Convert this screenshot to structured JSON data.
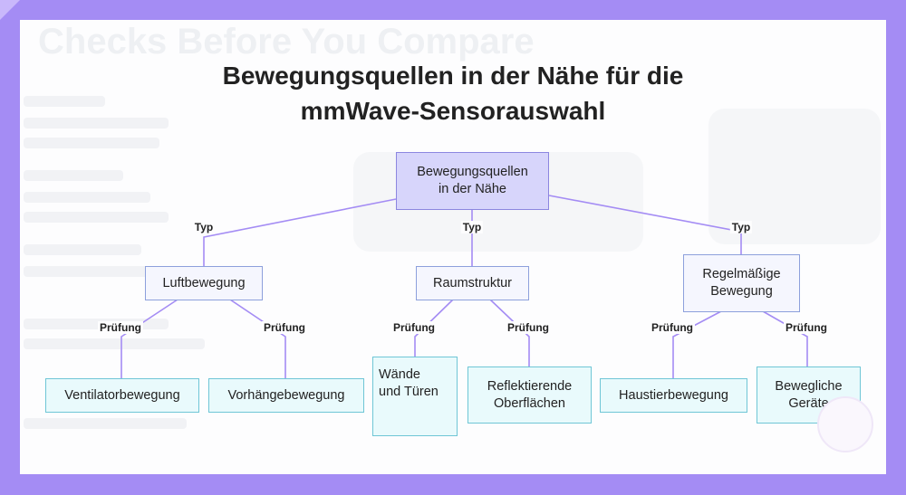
{
  "title_line1": "Bewegungsquellen in der Nähe für die",
  "title_line2": "mmWave-Sensorauswahl",
  "background_text": "Checks Before You Compare",
  "colors": {
    "frame": "#a48cf4",
    "root_fill": "#d7d5fb",
    "mid_fill": "#f5f6fe",
    "leaf_fill": "#e9fafc",
    "edge": "#a48cf4"
  },
  "root": {
    "line1": "Bewegungsquellen",
    "line2": "in der Nähe"
  },
  "edge_labels": {
    "typ": "Typ",
    "pruefung": "Prüfung"
  },
  "categories": [
    {
      "label": "Luftbewegung",
      "children": [
        "Ventilatorbewegung",
        "Vorhängebewegung"
      ]
    },
    {
      "label": "Raumstruktur",
      "children": [
        "Wände und Türen",
        "Reflektierende Oberflächen"
      ]
    },
    {
      "label": "Regelmäßige Bewegung",
      "children": [
        "Haustierbewegung",
        "Bewegliche Geräte"
      ]
    }
  ],
  "leaf_lines": {
    "waende_1": "Wände",
    "waende_2": "und Türen",
    "refl_1": "Reflektierende",
    "refl_2": "Oberflächen",
    "regel_1": "Regelmäßige",
    "regel_2": "Bewegung",
    "bew_1": "Bewegliche",
    "bew_2": "Geräte"
  }
}
